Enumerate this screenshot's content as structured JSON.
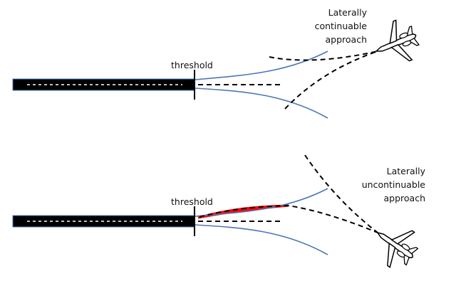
{
  "diagram": {
    "colors": {
      "runway": "#000000",
      "runway_edge": "#4a78b8",
      "centerline": "#ffffff",
      "envelope": "#4a78b8",
      "path": "#000000",
      "deviation_fill": "#ff0000",
      "background": "#ffffff"
    },
    "panels": [
      {
        "id": "continuable",
        "threshold_label": "threshold",
        "caption_lines": [
          "Laterally",
          "continuable",
          "approach"
        ],
        "aircraft_icon": "airplane-icon"
      },
      {
        "id": "uncontinuable",
        "threshold_label": "threshold",
        "caption_lines": [
          "Laterally",
          "uncontinuable",
          "approach"
        ],
        "aircraft_icon": "airplane-icon",
        "deviation_highlight": true
      }
    ]
  }
}
